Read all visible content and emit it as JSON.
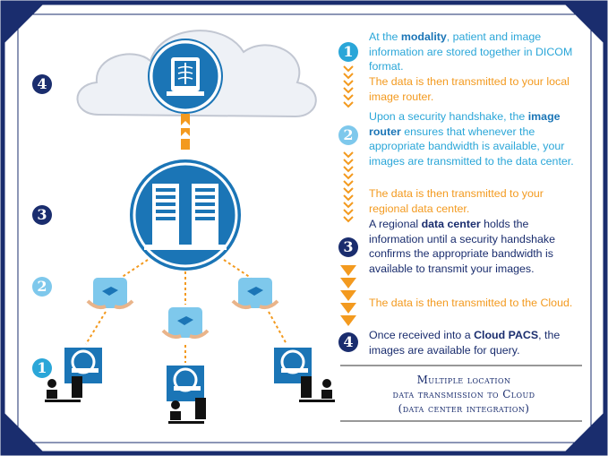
{
  "step_numbers": {
    "left": [
      "4",
      "3",
      "2",
      "1"
    ],
    "right": [
      "1",
      "2",
      "3",
      "4"
    ]
  },
  "steps": [
    {
      "number": "1",
      "text_before": "At the ",
      "highlight": "modality",
      "text_after": ", patient and image information are stored together in DICOM format.",
      "transfer": "The data is then transmitted to your local image router."
    },
    {
      "number": "2",
      "text_before": "Upon a security handshake, the ",
      "highlight": "image router",
      "text_after": " ensures that whenever the appropriate bandwidth is available, your images are transmitted to the data center.",
      "transfer": "The data is then transmitted to your regional data center."
    },
    {
      "number": "3",
      "text_before": "A regional ",
      "highlight": "data center",
      "text_after": " holds the information until a security handshake confirms the appropriate bandwidth is available to transmit your images.",
      "transfer": "The data is then transmitted to the Cloud."
    },
    {
      "number": "4",
      "text_before": "Once received into a ",
      "highlight": "Cloud PACS",
      "text_after": ", the images are available for query.",
      "transfer": ""
    }
  ],
  "footer": {
    "line1": "Multiple location",
    "line2": "data transmission to Cloud",
    "line3": "(data center integration)"
  },
  "colors": {
    "navy": "#1a2d6e",
    "light_blue": "#2aa6d8",
    "orange": "#f39a1f",
    "pale_blue": "#7ec8ec"
  },
  "icons": [
    "cloud-icon",
    "xray-icon",
    "server-icon",
    "router-icon",
    "mri-scanner-icon",
    "technician-icon"
  ]
}
